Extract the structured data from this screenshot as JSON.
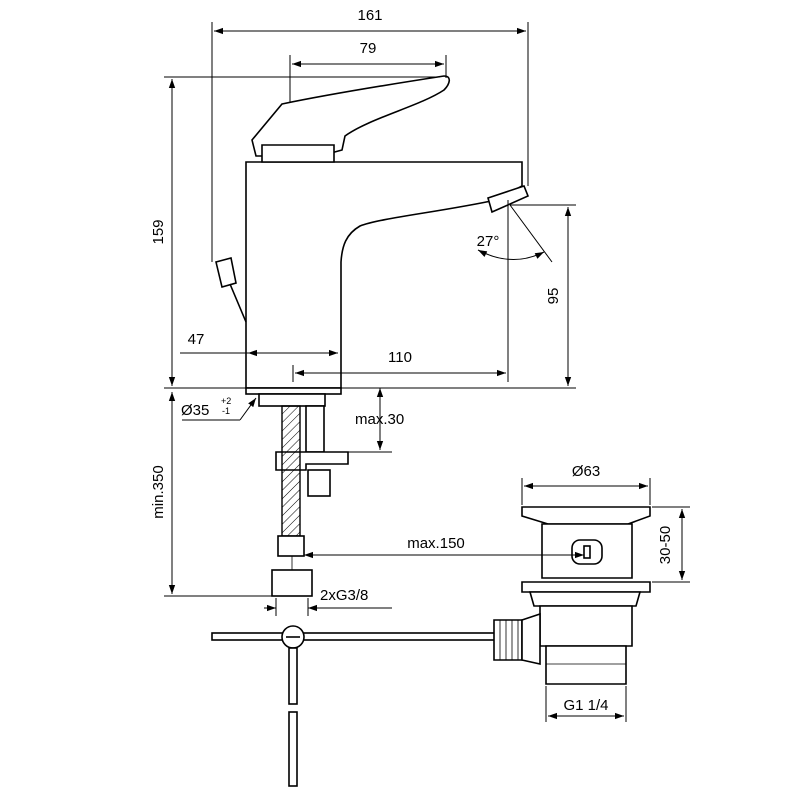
{
  "dimensions": {
    "total_width": "161",
    "lever_width": "79",
    "height": "159",
    "base_offset": "47",
    "reach": "110",
    "spout_height": "95",
    "spout_angle": "27°",
    "hole_diameter": "Ø35",
    "hole_tol_plus": "+2",
    "hole_tol_minus": "-1",
    "max_thickness": "max.30",
    "min_length": "min.350",
    "max_rod": "max.150",
    "connections": "2xG3/8",
    "waste_diameter": "Ø63",
    "waste_height": "30-50",
    "waste_thread": "G1 1/4"
  }
}
